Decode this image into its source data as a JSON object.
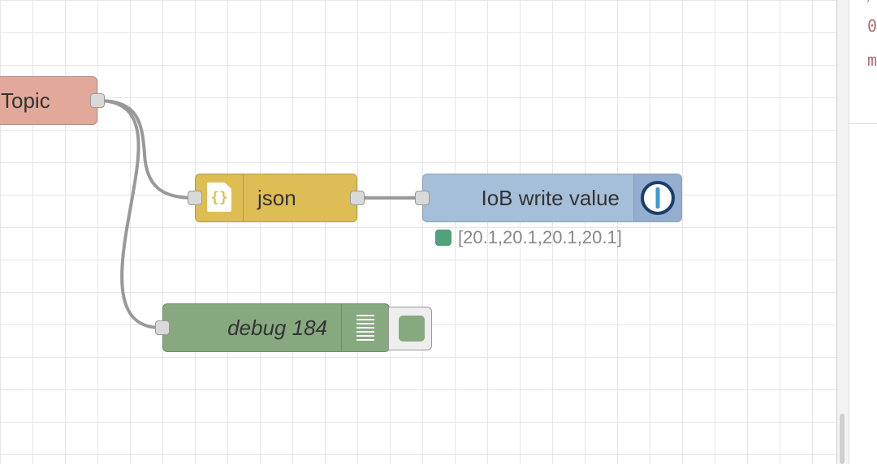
{
  "nodes": {
    "mqtt": {
      "label": "Topic",
      "color": "#e2a99a"
    },
    "json": {
      "label": "json",
      "icon": "braces-icon",
      "icon_glyph": "{}",
      "color": "#dfbd55"
    },
    "iob": {
      "label": "IoB write value",
      "icon": "iobroker-logo-icon",
      "color": "#a6bfd9",
      "status_text": "[20.1,20.1,20.1,20.1]",
      "status_color": "#4fa27a"
    },
    "debug": {
      "label": "debug 184",
      "icon": "list-icon",
      "color": "#87a980"
    }
  },
  "sidebar": {
    "line0": "/",
    "line1": "0",
    "line2": "m"
  }
}
